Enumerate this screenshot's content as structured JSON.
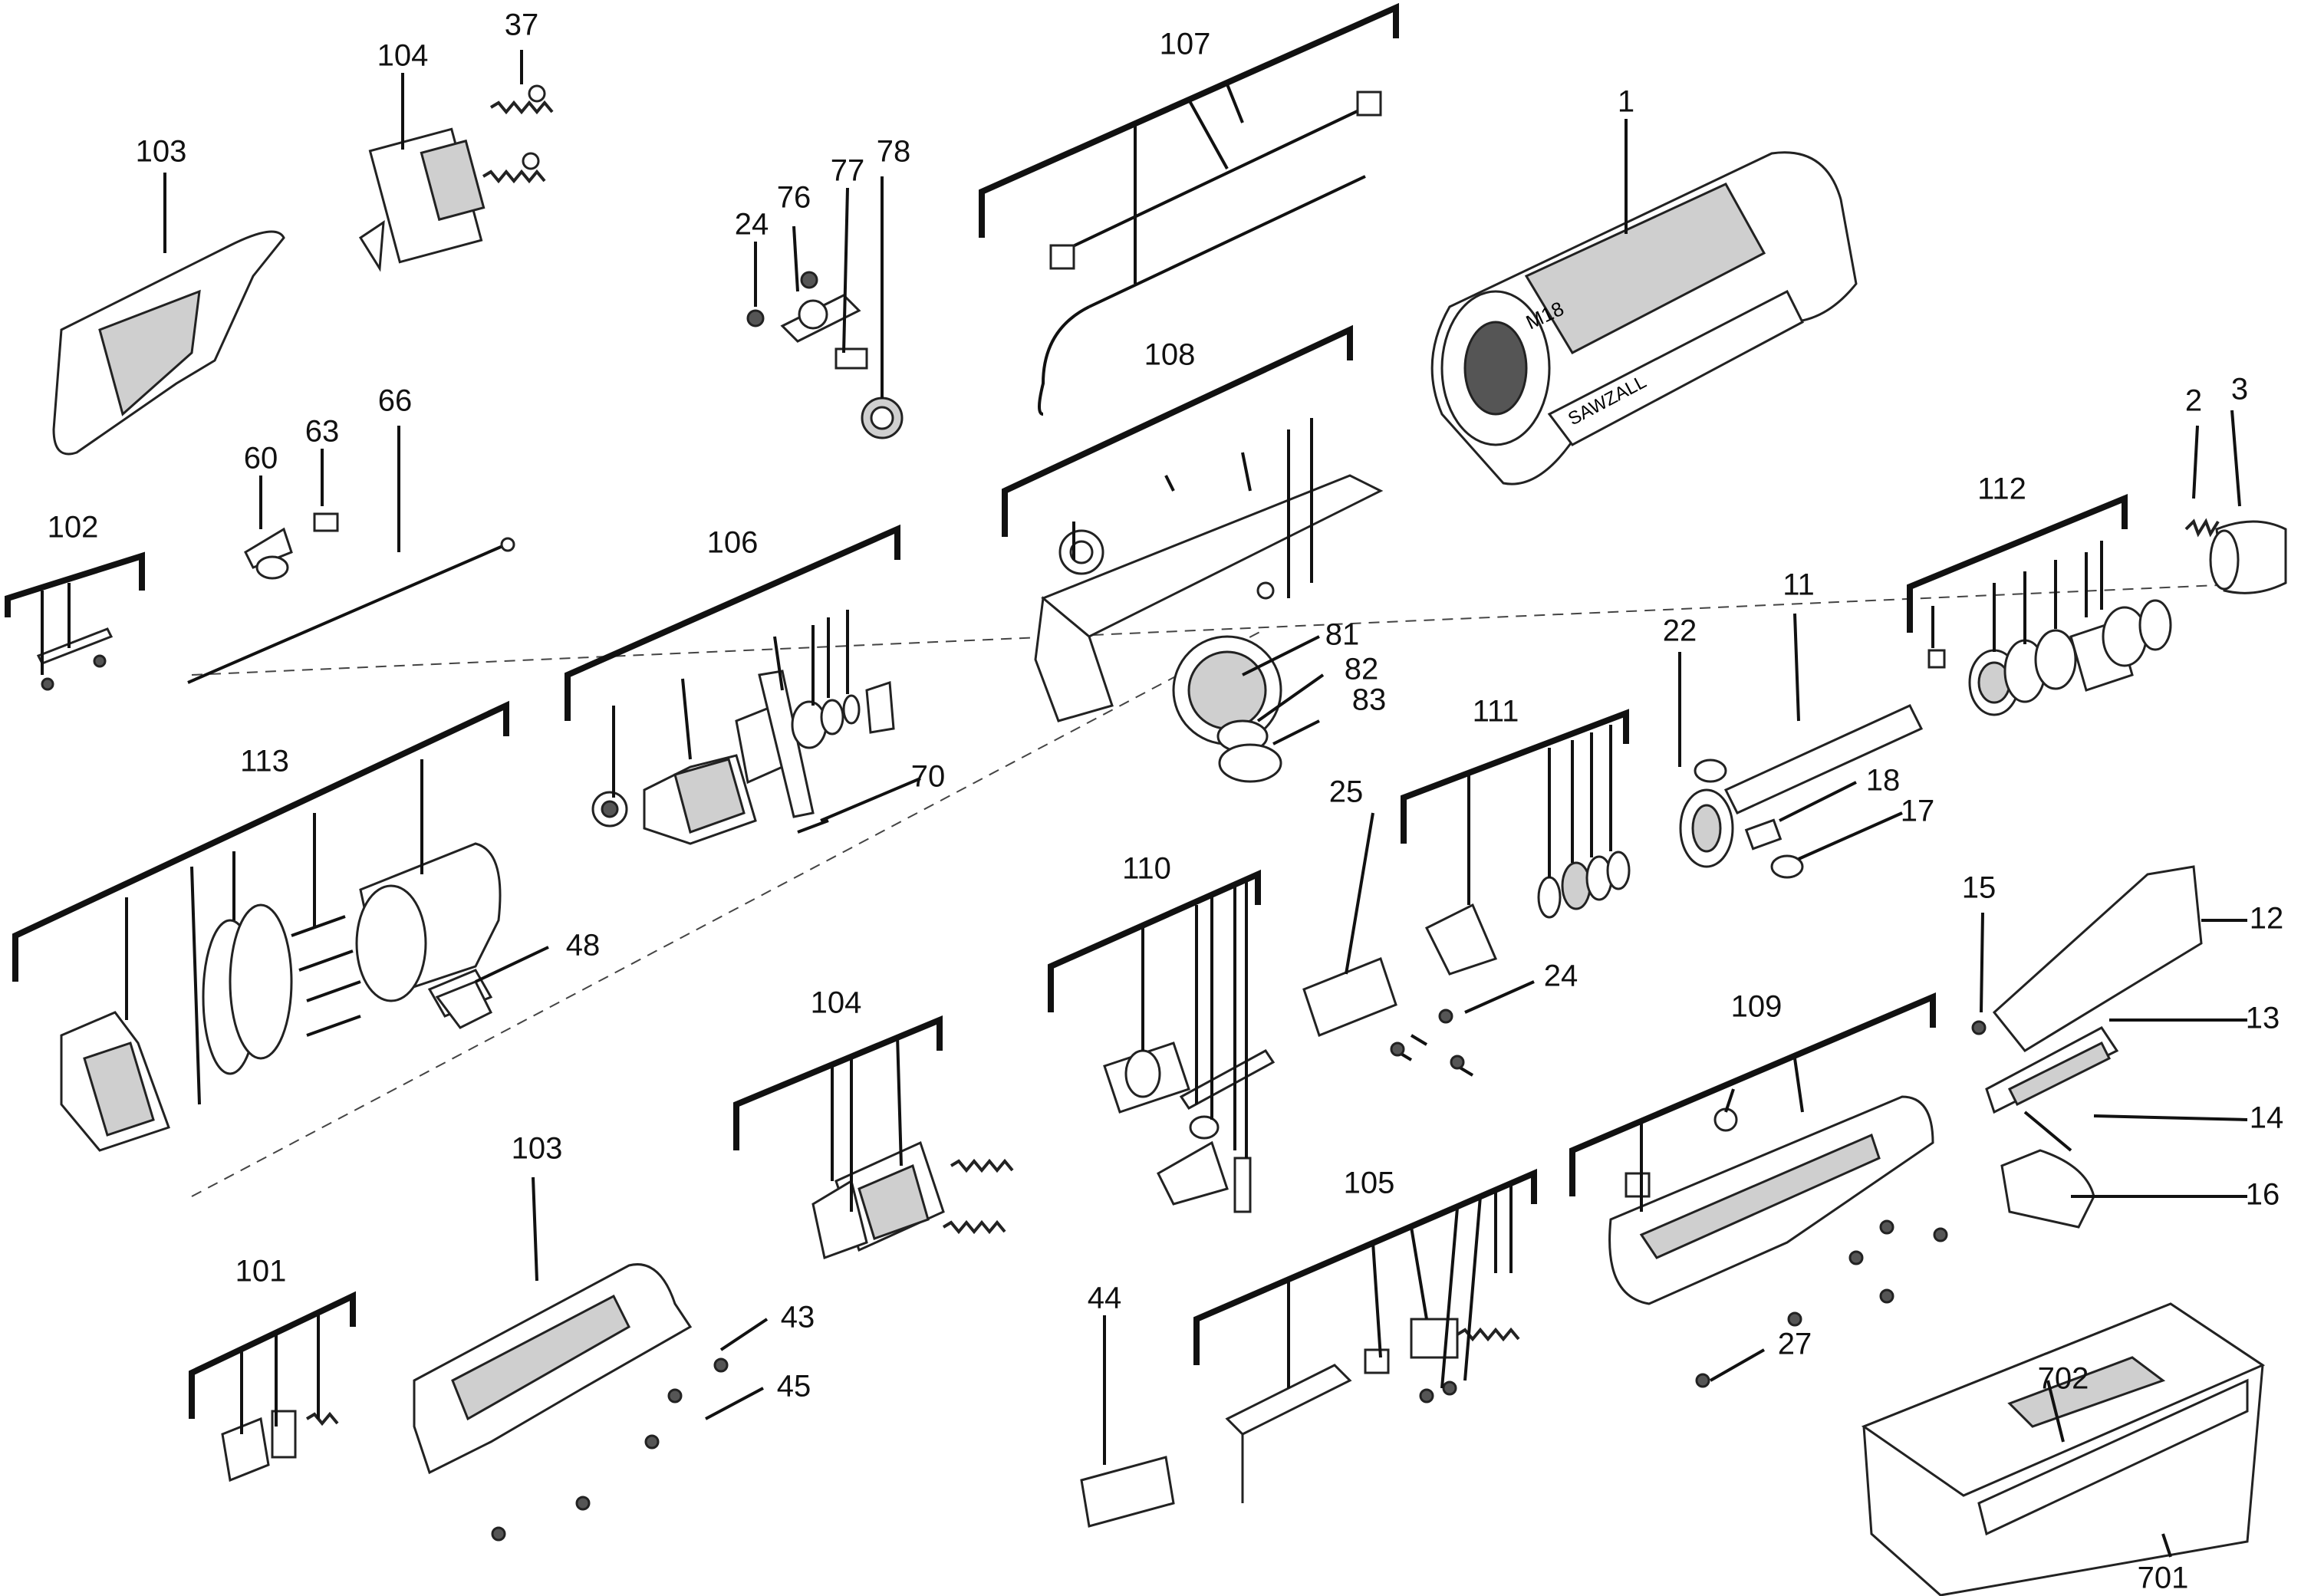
{
  "callouts": [
    {
      "id": "c37",
      "text": "37"
    },
    {
      "id": "c104a",
      "text": "104"
    },
    {
      "id": "c103a",
      "text": "103"
    },
    {
      "id": "c107",
      "text": "107"
    },
    {
      "id": "c1",
      "text": "1"
    },
    {
      "id": "c24a",
      "text": "24"
    },
    {
      "id": "c76",
      "text": "76"
    },
    {
      "id": "c77",
      "text": "77"
    },
    {
      "id": "c78",
      "text": "78"
    },
    {
      "id": "c108",
      "text": "108"
    },
    {
      "id": "c2",
      "text": "2"
    },
    {
      "id": "c3",
      "text": "3"
    },
    {
      "id": "c60",
      "text": "60"
    },
    {
      "id": "c63",
      "text": "63"
    },
    {
      "id": "c66",
      "text": "66"
    },
    {
      "id": "c102",
      "text": "102"
    },
    {
      "id": "c106",
      "text": "106"
    },
    {
      "id": "c112",
      "text": "112"
    },
    {
      "id": "c11",
      "text": "11"
    },
    {
      "id": "c22",
      "text": "22"
    },
    {
      "id": "c81",
      "text": "81"
    },
    {
      "id": "c82",
      "text": "82"
    },
    {
      "id": "c83",
      "text": "83"
    },
    {
      "id": "c111",
      "text": "111"
    },
    {
      "id": "c70",
      "text": "70"
    },
    {
      "id": "c113",
      "text": "113"
    },
    {
      "id": "c25",
      "text": "25"
    },
    {
      "id": "c18",
      "text": "18"
    },
    {
      "id": "c17",
      "text": "17"
    },
    {
      "id": "c110",
      "text": "110"
    },
    {
      "id": "c15",
      "text": "15"
    },
    {
      "id": "c12",
      "text": "12"
    },
    {
      "id": "c48",
      "text": "48"
    },
    {
      "id": "c24b",
      "text": "24"
    },
    {
      "id": "c104b",
      "text": "104"
    },
    {
      "id": "c109",
      "text": "109"
    },
    {
      "id": "c13",
      "text": "13"
    },
    {
      "id": "c14",
      "text": "14"
    },
    {
      "id": "c16",
      "text": "16"
    },
    {
      "id": "c103b",
      "text": "103"
    },
    {
      "id": "c105",
      "text": "105"
    },
    {
      "id": "c101",
      "text": "101"
    },
    {
      "id": "c43",
      "text": "43"
    },
    {
      "id": "c44",
      "text": "44"
    },
    {
      "id": "c27",
      "text": "27"
    },
    {
      "id": "c45",
      "text": "45"
    },
    {
      "id": "c702",
      "text": "702"
    },
    {
      "id": "c701",
      "text": "701"
    }
  ],
  "brand_text": {
    "housing_logo": "M18",
    "housing_name": "SAWZALL"
  }
}
